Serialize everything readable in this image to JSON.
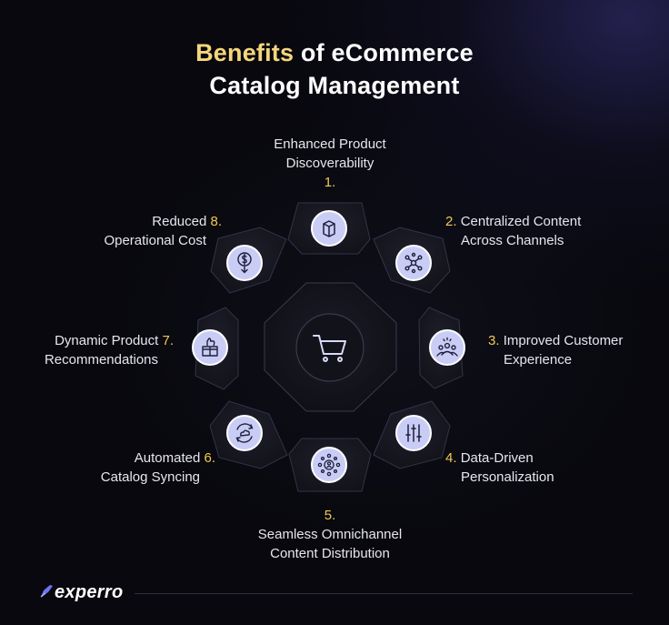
{
  "title": {
    "accent": "Benefits",
    "rest_line1": " of eCommerce",
    "line2": "Catalog Management"
  },
  "center_icon": "shopping-cart-icon",
  "benefits": [
    {
      "number": "1.",
      "line1": "Enhanced Product",
      "line2": "Discoverability",
      "icon": "box-icon"
    },
    {
      "number": "2.",
      "line1": "Centralized Content",
      "line2": "Across Channels",
      "icon": "network-nodes-icon"
    },
    {
      "number": "3.",
      "line1": "Improved Customer",
      "line2": "Experience",
      "icon": "customer-group-icon"
    },
    {
      "number": "4.",
      "line1": "Data-Driven",
      "line2": "Personalization",
      "icon": "sliders-icon"
    },
    {
      "number": "5.",
      "line1": "Seamless Omnichannel",
      "line2": "Content Distribution",
      "icon": "omnichannel-hub-icon"
    },
    {
      "number": "6.",
      "line1": "Automated",
      "line2": "Catalog Syncing",
      "icon": "cloud-sync-icon"
    },
    {
      "number": "7.",
      "line1": "Dynamic Product",
      "line2": "Recommendations",
      "icon": "thumbs-up-box-icon"
    },
    {
      "number": "8.",
      "line1": "Reduced",
      "line2": "Operational Cost",
      "icon": "cost-down-icon"
    }
  ],
  "brand": {
    "name": "experro",
    "icon": "rocket-icon"
  },
  "colors": {
    "accent": "#f6d67b",
    "number": "#f3c94f",
    "icon_disc": "#c9cdf6",
    "background": "#08080e"
  }
}
